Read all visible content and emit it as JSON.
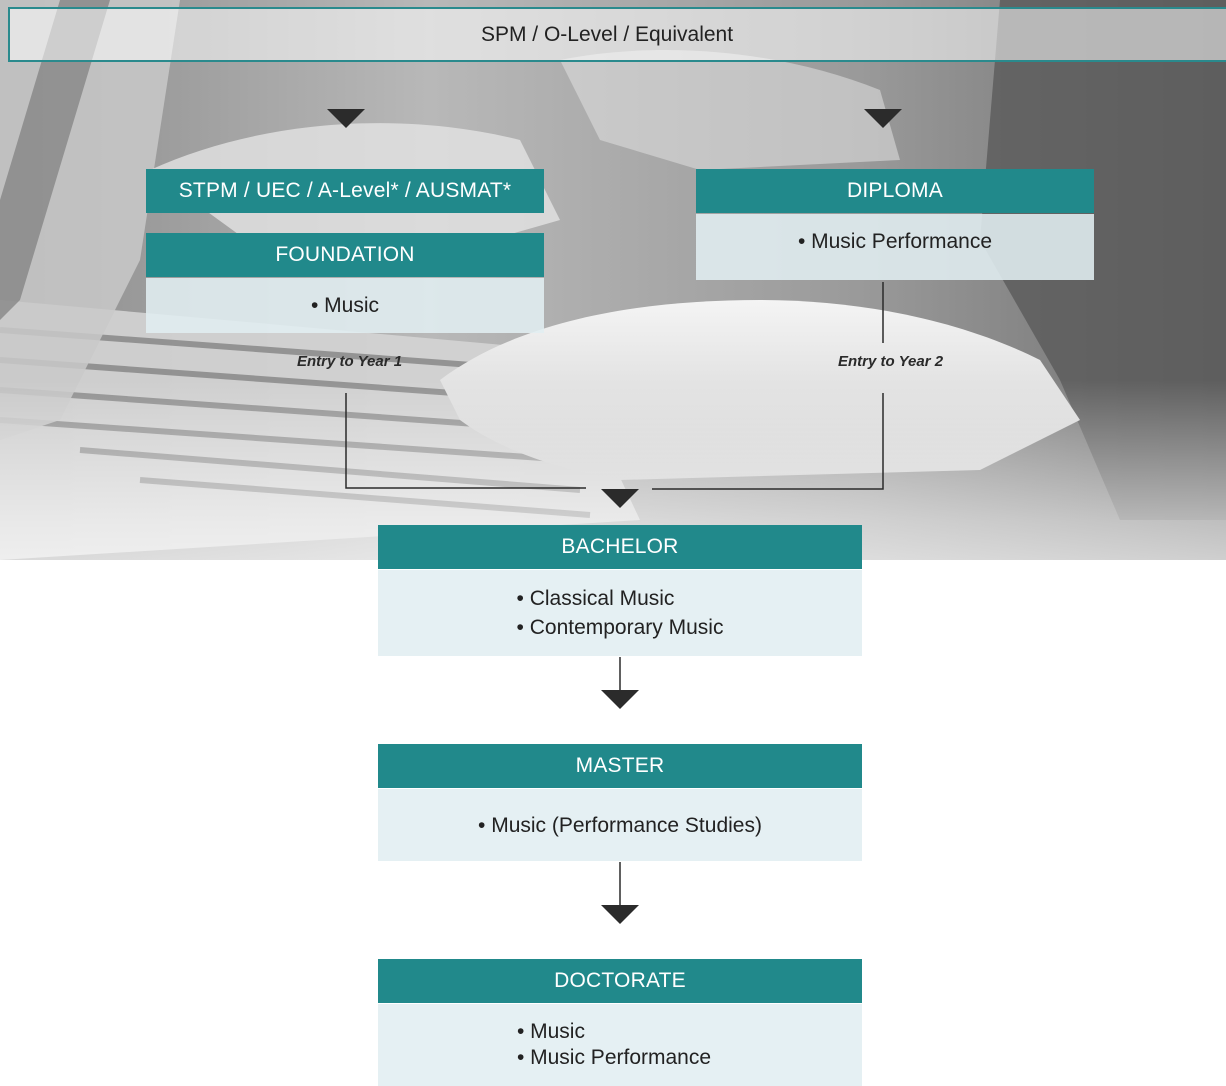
{
  "top": {
    "label": "SPM / O-Level / Equivalent"
  },
  "left": {
    "header": "STPM / UEC / A-Level* / AUSMAT*",
    "foundation": {
      "title": "FOUNDATION",
      "items": [
        "• Music"
      ]
    },
    "entry_label": "Entry to Year 1"
  },
  "right": {
    "diploma": {
      "title": "DIPLOMA",
      "items": [
        "• Music Performance"
      ]
    },
    "entry_label": "Entry to Year 2"
  },
  "bachelor": {
    "title": "BACHELOR",
    "items": [
      "• Classical Music",
      "• Contemporary Music"
    ]
  },
  "master": {
    "title": "MASTER",
    "items": [
      "• Music (Performance Studies)"
    ]
  },
  "doctorate": {
    "title": "DOCTORATE",
    "items": [
      "• Music",
      "• Music Performance"
    ]
  },
  "colors": {
    "accent": "#21898b",
    "box_fill": "#e1eef1",
    "arrow": "#2b2b2b"
  }
}
